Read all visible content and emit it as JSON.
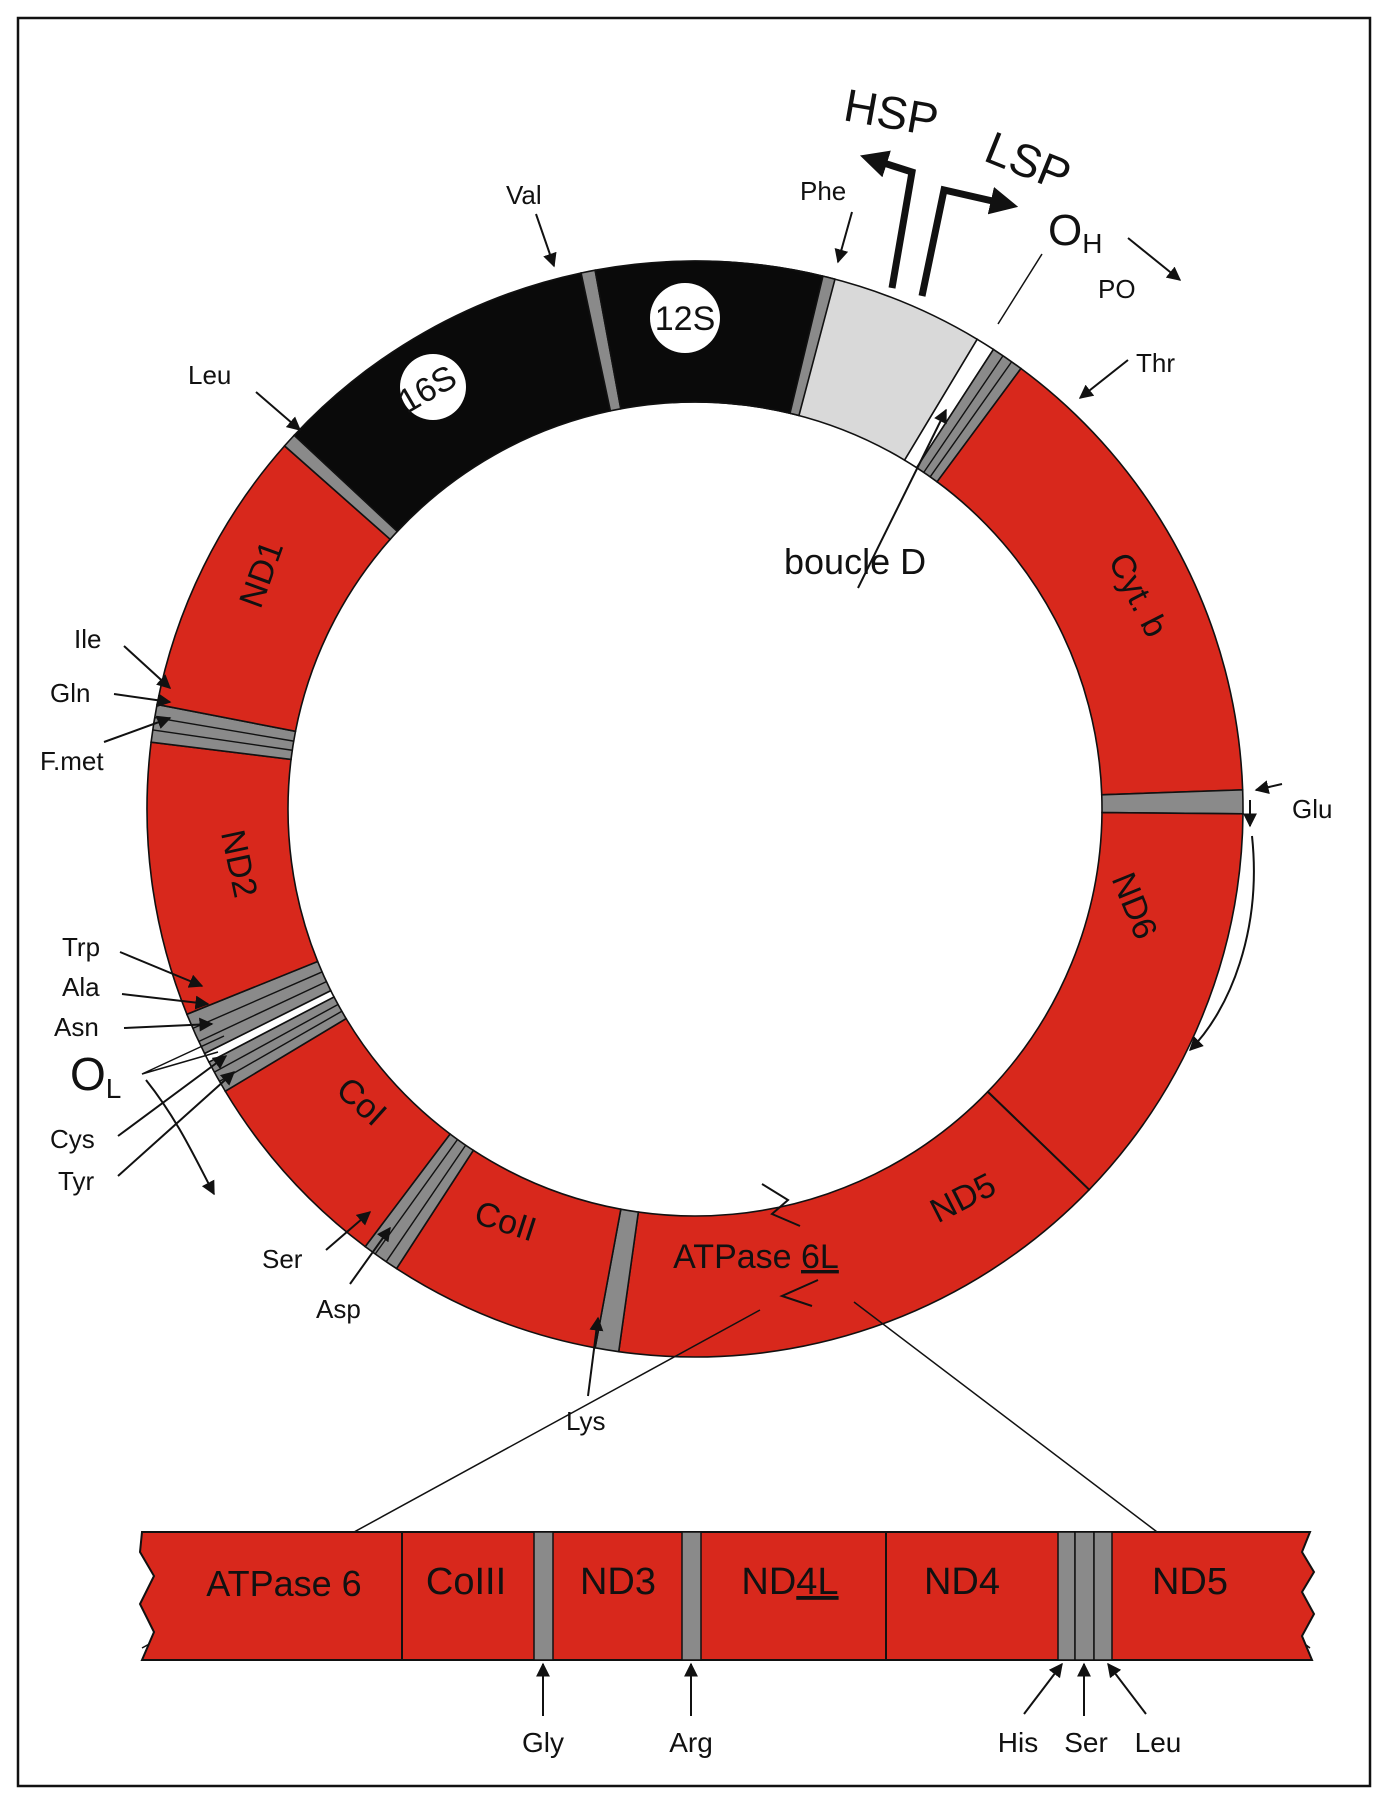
{
  "colors": {
    "gene_red": "#d8281c",
    "rrna_black": "#0a0a0a",
    "trna_gray": "#8a8a8a",
    "dloop_gray": "#d9d9d9",
    "ink": "#111111"
  },
  "ring": {
    "rrna": [
      {
        "id": "16S",
        "label": "16S"
      },
      {
        "id": "12S",
        "label": "12S"
      }
    ],
    "genes": [
      {
        "id": "cytb",
        "label": "Cyt. b"
      },
      {
        "id": "nd6",
        "label": "ND6"
      },
      {
        "id": "nd5",
        "label": "ND5"
      },
      {
        "id": "atpase6l",
        "label_main": "ATPase ",
        "label_underlined": "6L"
      },
      {
        "id": "coii",
        "label": "CoII"
      },
      {
        "id": "coi",
        "label": "CoI"
      },
      {
        "id": "nd2",
        "label": "ND2"
      },
      {
        "id": "nd1",
        "label": "ND1"
      }
    ],
    "control_region": {
      "dloop_label": "boucle D",
      "hsp_label": "HSP",
      "lsp_label": "LSP",
      "oh_label": "O",
      "oh_sub": "H",
      "po_label": "PO",
      "ol_label": "O",
      "ol_sub": "L"
    },
    "trnas": [
      {
        "id": "val",
        "label": "Val"
      },
      {
        "id": "phe",
        "label": "Phe"
      },
      {
        "id": "leu",
        "label": "Leu"
      },
      {
        "id": "thr",
        "label": "Thr"
      },
      {
        "id": "ile",
        "label": "Ile"
      },
      {
        "id": "gln",
        "label": "Gln"
      },
      {
        "id": "fmet",
        "label": "F.met"
      },
      {
        "id": "glu",
        "label": "Glu"
      },
      {
        "id": "trp",
        "label": "Trp"
      },
      {
        "id": "ala",
        "label": "Ala"
      },
      {
        "id": "asn",
        "label": "Asn"
      },
      {
        "id": "cys",
        "label": "Cys"
      },
      {
        "id": "tyr",
        "label": "Tyr"
      },
      {
        "id": "ser",
        "label": "Ser"
      },
      {
        "id": "asp",
        "label": "Asp"
      },
      {
        "id": "lys",
        "label": "Lys"
      }
    ]
  },
  "strip": {
    "genes": [
      {
        "id": "atpase6",
        "label": "ATPase 6"
      },
      {
        "id": "coiii",
        "label": "CoIII"
      },
      {
        "id": "nd3",
        "label": "ND3"
      },
      {
        "id": "nd4l",
        "label_main": "ND",
        "label_underlined": "4L"
      },
      {
        "id": "nd4",
        "label": "ND4"
      },
      {
        "id": "nd5",
        "label": "ND5"
      }
    ],
    "trnas": [
      {
        "id": "gly",
        "label": "Gly"
      },
      {
        "id": "arg",
        "label": "Arg"
      },
      {
        "id": "his",
        "label": "His"
      },
      {
        "id": "ser",
        "label": "Ser"
      },
      {
        "id": "leu",
        "label": "Leu"
      }
    ]
  }
}
